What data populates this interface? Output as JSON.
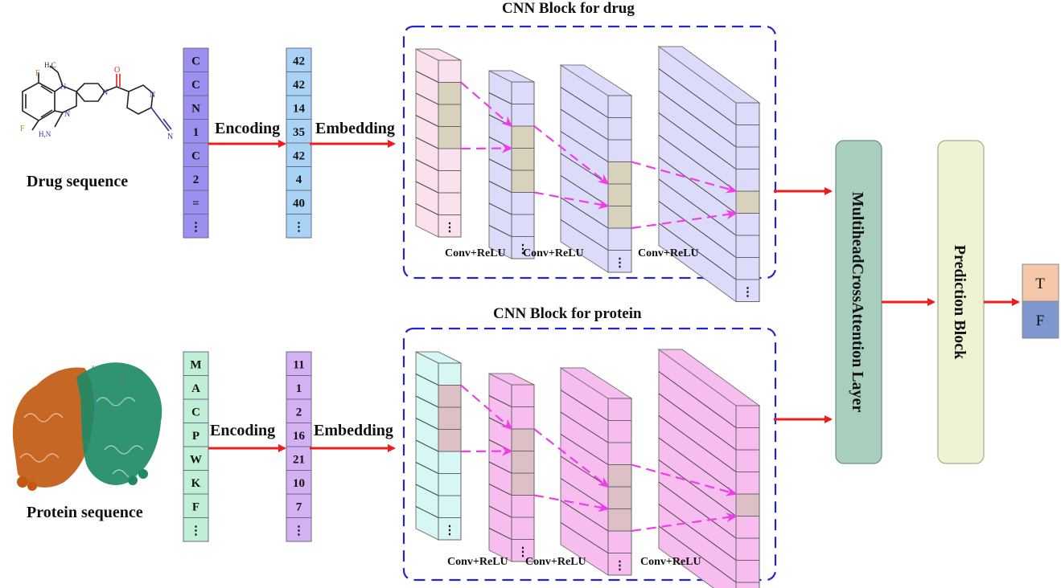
{
  "drug": {
    "caption": "Drug sequence",
    "tokens": [
      "C",
      "C",
      "N",
      "1",
      "C",
      "2",
      "=",
      "⋮"
    ],
    "encoded": [
      "42",
      "42",
      "14",
      "35",
      "42",
      "4",
      "40",
      "⋮"
    ],
    "encoding_label": "Encoding",
    "embedding_label": "Embedding",
    "cnn_title": "CNN Block for drug",
    "conv_labels": [
      "Conv+ReLU",
      "Conv+ReLU",
      "Conv+ReLU"
    ],
    "molecule_atoms": {
      "ch3": "H,C",
      "f1": "F",
      "f2": "F",
      "n1": "N",
      "n2": "N",
      "n3": "N",
      "n4": "N",
      "n5": "N",
      "nh2": "H,N",
      "o": "O"
    }
  },
  "protein": {
    "caption": "Protein sequence",
    "tokens": [
      "M",
      "A",
      "C",
      "P",
      "W",
      "K",
      "F",
      "⋮"
    ],
    "encoded": [
      "11",
      "1",
      "2",
      "16",
      "21",
      "10",
      "7",
      "⋮"
    ],
    "encoding_label": "Encoding",
    "embedding_label": "Embedding",
    "cnn_title": "CNN Block for protein",
    "conv_labels": [
      "Conv+ReLU",
      "Conv+ReLU",
      "Conv+ReLU"
    ]
  },
  "attention_label": "MultiheadCrossAttention Layer",
  "prediction_label": "Prediction Block",
  "output": {
    "true_label": "T",
    "false_label": "F"
  },
  "ellipsis": "⋮",
  "colors": {
    "drug_token": "#9b8ff0",
    "drug_encoded": "#a9d3f5",
    "protein_token": "#bff0d6",
    "protein_encoded": "#d3b1f3",
    "drug_input_layer": "#fbe1ee",
    "drug_conv_layer": "#dcdcfa",
    "protein_input_layer": "#d7f7f5",
    "protein_conv_layer": "#f7bdef",
    "highlight_drug": "#d8d2bd",
    "highlight_protein": "#dcc0c6",
    "arrow_red": "#ee1c1c",
    "arrow_magenta": "#ee3ee8",
    "dash_blue": "#2424c8",
    "attention_fill": "#a8cfbd",
    "prediction_fill": "#f0f2d4",
    "true_fill": "#f3c7a8",
    "false_fill": "#8096cf"
  }
}
